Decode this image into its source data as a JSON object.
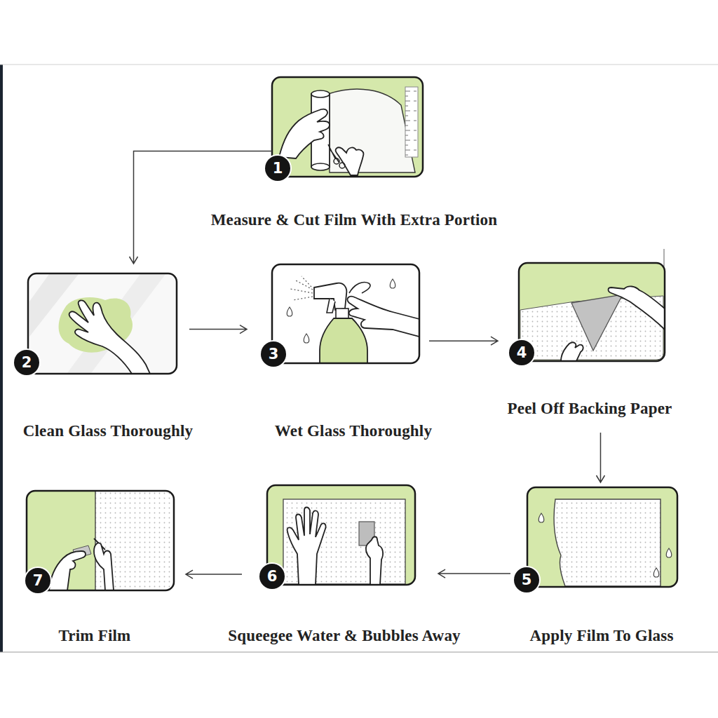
{
  "diagram": {
    "nodes": [
      {
        "text": [
          "Measure & Cut Film With Extra Portion"
        ]
      },
      {
        "text": [
          "Clean Glass Thoroughly"
        ]
      },
      {
        "text": [
          "Wet Glass Thoroughly"
        ]
      },
      {
        "text": [
          "Peel Off Backing Paper"
        ]
      },
      {
        "text": [
          "Apply Film To Glass"
        ]
      },
      {
        "text": [
          "Squeegee Water & Bubbles Away"
        ]
      },
      {
        "text": [
          "Trim Film"
        ]
      }
    ],
    "edges": [
      {
        "from": 0,
        "to": 1,
        "arrow": "to"
      },
      {
        "from": 1,
        "to": 2,
        "arrow": "to"
      },
      {
        "from": 2,
        "to": 3,
        "arrow": "to"
      },
      {
        "from": 3,
        "to": 4,
        "arrow": "to"
      },
      {
        "from": 4,
        "to": 5,
        "arrow": "to"
      },
      {
        "from": 5,
        "to": 6,
        "arrow": "to"
      }
    ],
    "labels": [
      "1",
      "2",
      "3",
      "4",
      "5",
      "6",
      "7"
    ]
  }
}
